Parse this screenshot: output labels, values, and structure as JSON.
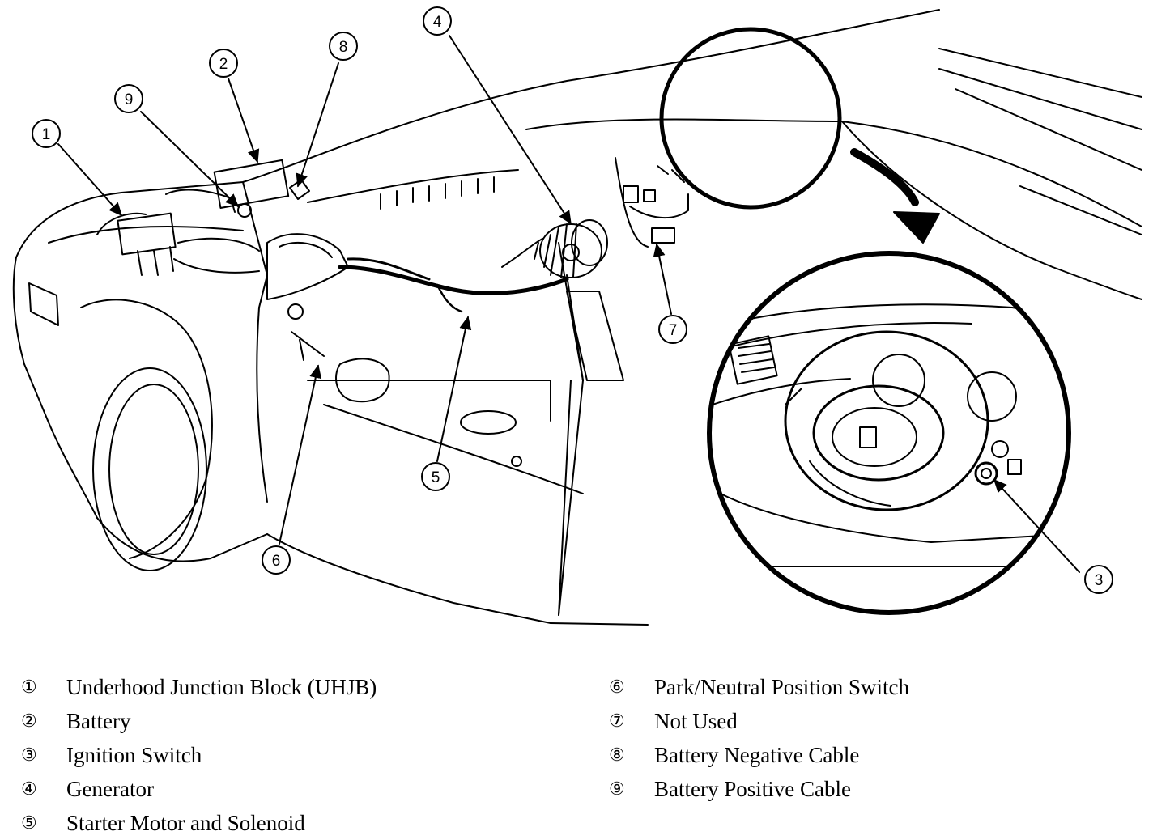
{
  "callouts": [
    {
      "id": "1",
      "label": "1"
    },
    {
      "id": "2",
      "label": "2"
    },
    {
      "id": "3",
      "label": "3"
    },
    {
      "id": "4",
      "label": "4"
    },
    {
      "id": "5",
      "label": "5"
    },
    {
      "id": "6",
      "label": "6"
    },
    {
      "id": "7",
      "label": "7"
    },
    {
      "id": "8",
      "label": "8"
    },
    {
      "id": "9",
      "label": "9"
    }
  ],
  "legend": {
    "left": [
      {
        "num": "①",
        "text": "Underhood Junction Block (UHJB)"
      },
      {
        "num": "②",
        "text": "Battery"
      },
      {
        "num": "③",
        "text": "Ignition Switch"
      },
      {
        "num": "④",
        "text": "Generator"
      },
      {
        "num": "⑤",
        "text": "Starter Motor and Solenoid"
      }
    ],
    "right": [
      {
        "num": "⑥",
        "text": "Park/Neutral Position Switch"
      },
      {
        "num": "⑦",
        "text": "Not Used"
      },
      {
        "num": "⑧",
        "text": "Battery Negative Cable"
      },
      {
        "num": "⑨",
        "text": "Battery Positive Cable"
      }
    ]
  }
}
